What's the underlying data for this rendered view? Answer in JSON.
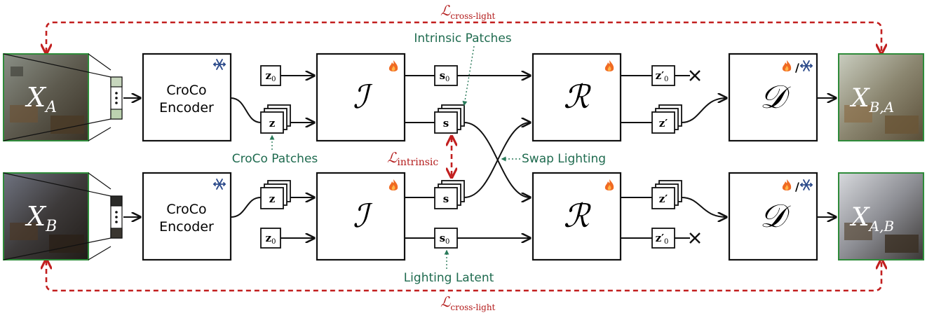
{
  "losses": {
    "cross_light_main": "ℒ",
    "cross_light_sub": "cross-light",
    "intrinsic_main": "ℒ",
    "intrinsic_sub": "intrinsic"
  },
  "images": {
    "top_label_main": "X",
    "top_label_sub": "A",
    "bottom_label_main": "X",
    "bottom_label_sub": "B",
    "out_top_main": "X",
    "out_top_sub": "B,A",
    "out_bottom_main": "X",
    "out_bottom_sub": "A,B"
  },
  "encoder": {
    "line1": "CroCo",
    "line2": "Encoder"
  },
  "modules": {
    "intrinsic": "ℐ",
    "render": "ℛ",
    "decoder": "𝒟"
  },
  "tokens": {
    "z0": "z",
    "z0_sub": "0",
    "z": "z",
    "s0": "s",
    "s0_sub": "0",
    "s": "s",
    "zp0": "z′",
    "zp0_sub": "0",
    "zp": "z′"
  },
  "annotations": {
    "intrinsic_patches": "Intrinsic Patches",
    "croco_patches": "CroCo Patches",
    "swap_lighting": "Swap Lighting",
    "lighting_latent": "Lighting Latent"
  },
  "colors": {
    "green": "#1f6b4f",
    "red": "#c21f1f",
    "flame": "#f06a22",
    "snow": "#2b4a8a"
  },
  "icons": [
    "snowflake-icon",
    "flame-icon",
    "cross-icon"
  ]
}
